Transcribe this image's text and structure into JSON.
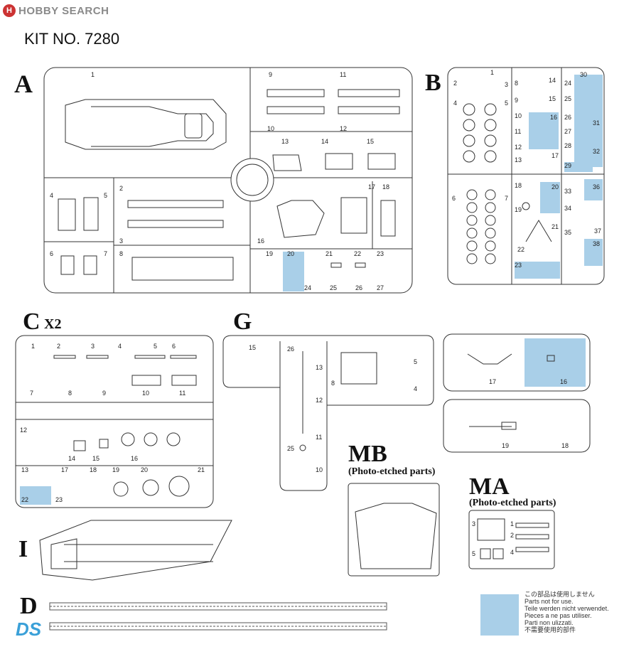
{
  "brand": {
    "name": "HOBBY SEARCH",
    "mark": "H"
  },
  "kit_number": "KIT NO. 7280",
  "sprues": {
    "A": {
      "letter": "A",
      "labels": [
        "1",
        "9",
        "11",
        "10",
        "12",
        "13",
        "14",
        "15",
        "4",
        "5",
        "2",
        "3",
        "6",
        "7",
        "8",
        "17",
        "18",
        "16",
        "19",
        "20",
        "21",
        "22",
        "23",
        "24",
        "25",
        "26",
        "27"
      ]
    },
    "B": {
      "letter": "B",
      "labels": [
        "1",
        "2",
        "3",
        "4",
        "5",
        "8",
        "9",
        "10",
        "11",
        "12",
        "13",
        "14",
        "15",
        "16",
        "17",
        "24",
        "25",
        "26",
        "27",
        "28",
        "29",
        "30",
        "31",
        "32",
        "6",
        "7",
        "18",
        "19",
        "20",
        "21",
        "22",
        "23",
        "33",
        "34",
        "35",
        "36",
        "37",
        "38"
      ]
    },
    "C": {
      "letter": "C",
      "multiplier": "X2",
      "labels": [
        "1",
        "2",
        "3",
        "4",
        "5",
        "6",
        "7",
        "8",
        "9",
        "10",
        "11",
        "12",
        "14",
        "15",
        "16",
        "13",
        "17",
        "18",
        "19",
        "20",
        "21",
        "22",
        "23"
      ]
    },
    "G": {
      "letter": "G",
      "labels": [
        "15",
        "26",
        "13",
        "12",
        "11",
        "25",
        "10",
        "8",
        "5",
        "4"
      ]
    },
    "G2": {
      "labels": [
        "17",
        "16"
      ]
    },
    "G3": {
      "labels": [
        "19",
        "18"
      ]
    },
    "MB": {
      "letter": "MB",
      "caption": "(Photo-etched parts)"
    },
    "MA": {
      "letter": "MA",
      "caption": "(Photo-etched parts)",
      "labels": [
        "3",
        "1",
        "2",
        "5",
        "4"
      ]
    },
    "I": {
      "letter": "I"
    },
    "D": {
      "letter": "D"
    }
  },
  "legend": {
    "color": "#a9cfe8",
    "lines": [
      "この部品は使用しません",
      "Parts not for use.",
      "Teile werden nicht verwendet.",
      "Pieces a ne pas utiliser.",
      "Parti non ulizzati.",
      "不需要使用的部件"
    ]
  },
  "ds_logo": "DS"
}
